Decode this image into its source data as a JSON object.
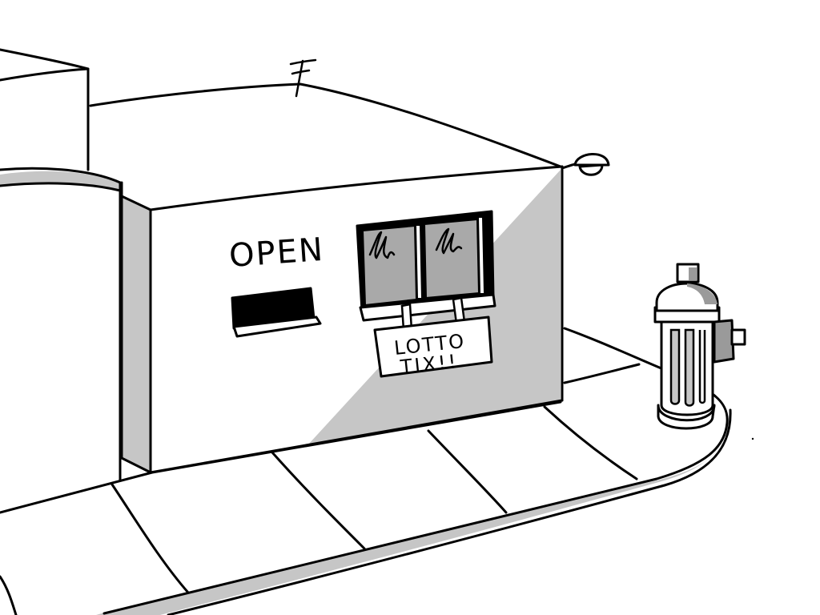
{
  "scene": {
    "colors": {
      "background": "#ffffff",
      "ink": "#000000",
      "shadow": "#c6c6c6",
      "dark_gray": "#9a9a9a",
      "window_glass": "#a9a9a9"
    },
    "storefront": {
      "open_text": "OPEN"
    },
    "window_sign": {
      "line1": "LOTTO",
      "line2": "TIX!!"
    },
    "icons": [
      "fire-hydrant-icon",
      "wall-lamp-icon",
      "roof-antenna-icon"
    ]
  }
}
